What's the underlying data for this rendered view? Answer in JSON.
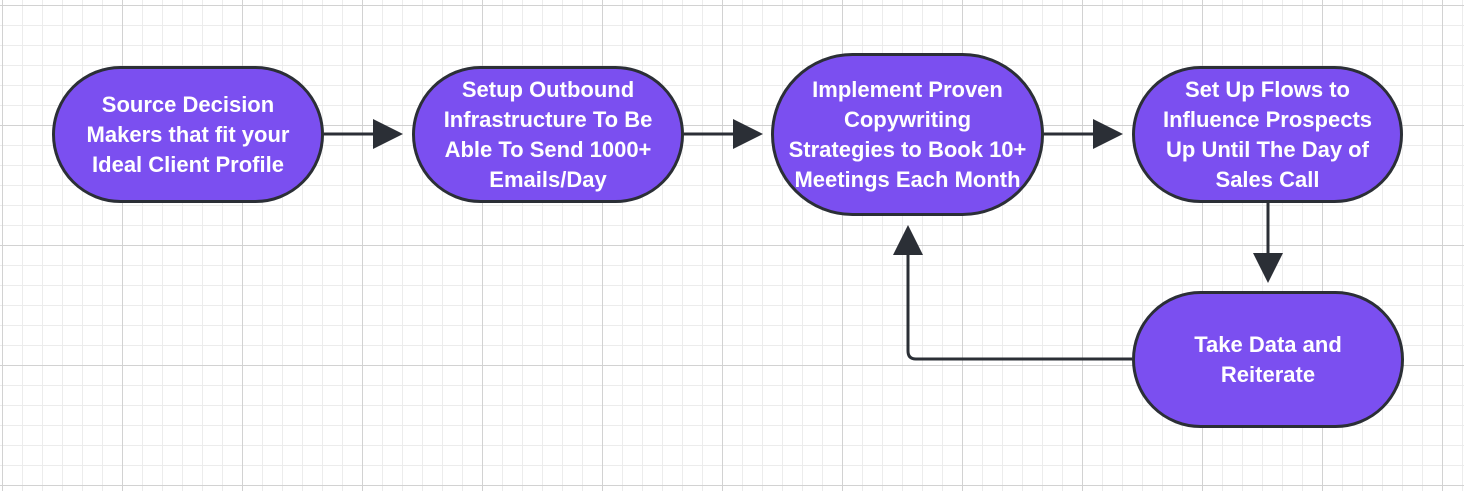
{
  "diagram": {
    "nodes": [
      {
        "id": "source-decision-makers",
        "label": "Source Decision Makers that fit your Ideal Client Profile"
      },
      {
        "id": "setup-outbound",
        "label": "Setup Outbound Infrastructure To Be Able To Send 1000+ Emails/Day"
      },
      {
        "id": "implement-copywriting",
        "label": "Implement Proven Copywriting Strategies to Book 10+ Meetings Each Month"
      },
      {
        "id": "set-up-flows",
        "label": "Set Up Flows to Influence Prospects Up Until The Day of Sales Call"
      },
      {
        "id": "take-data",
        "label": "Take Data and Reiterate"
      }
    ],
    "edges": [
      {
        "from": "source-decision-makers",
        "to": "setup-outbound"
      },
      {
        "from": "setup-outbound",
        "to": "implement-copywriting"
      },
      {
        "from": "implement-copywriting",
        "to": "set-up-flows"
      },
      {
        "from": "set-up-flows",
        "to": "take-data"
      },
      {
        "from": "take-data",
        "to": "implement-copywriting"
      }
    ],
    "colors": {
      "node_fill": "#7b4ff0",
      "node_stroke": "#2b2f36",
      "text": "#ffffff",
      "connector": "#2b2f36",
      "grid_major": "#d2d2d2",
      "grid_minor": "#ececec",
      "background": "#ffffff"
    }
  }
}
